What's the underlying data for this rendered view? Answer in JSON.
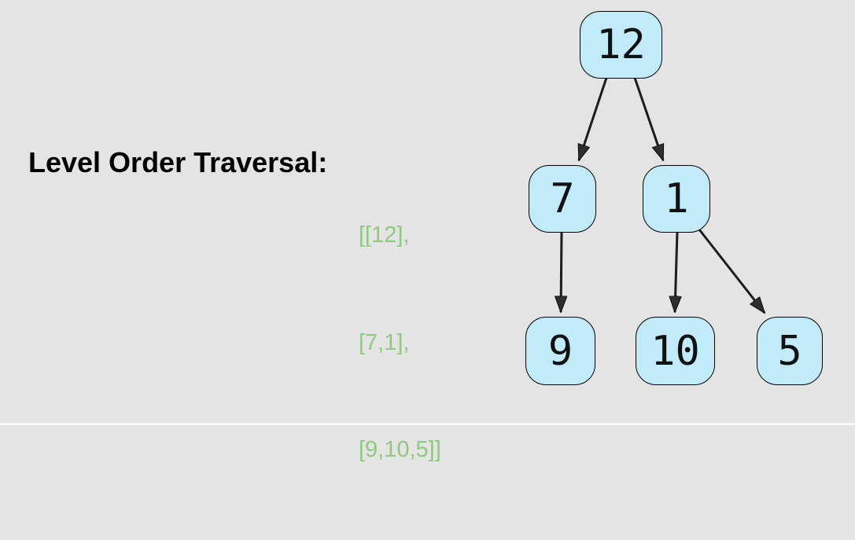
{
  "title": {
    "label": "Level Order Traversal:"
  },
  "traversal": {
    "lines": [
      "[[12],",
      "[7,1],",
      "[9,10,5]]"
    ],
    "full_value": "[[12],[7,1],[9,10,5]]",
    "text_color": "#90c97e"
  },
  "tree": {
    "type": "binary-tree",
    "nodes": [
      {
        "id": "12",
        "label": "12",
        "level": 0
      },
      {
        "id": "7",
        "label": "7",
        "level": 1
      },
      {
        "id": "1",
        "label": "1",
        "level": 1
      },
      {
        "id": "9",
        "label": "9",
        "level": 2
      },
      {
        "id": "10",
        "label": "10",
        "level": 2
      },
      {
        "id": "5",
        "label": "5",
        "level": 2
      }
    ],
    "edges": [
      {
        "from": "12",
        "to": "7"
      },
      {
        "from": "12",
        "to": "1"
      },
      {
        "from": "7",
        "to": "9"
      },
      {
        "from": "1",
        "to": "10"
      },
      {
        "from": "1",
        "to": "5"
      }
    ],
    "node_fill": "#c2ebfa",
    "node_border": "#000000",
    "edge_color": "#1c1c1c"
  },
  "colors": {
    "background": "#e4e4e4",
    "heading_text": "#000000"
  }
}
